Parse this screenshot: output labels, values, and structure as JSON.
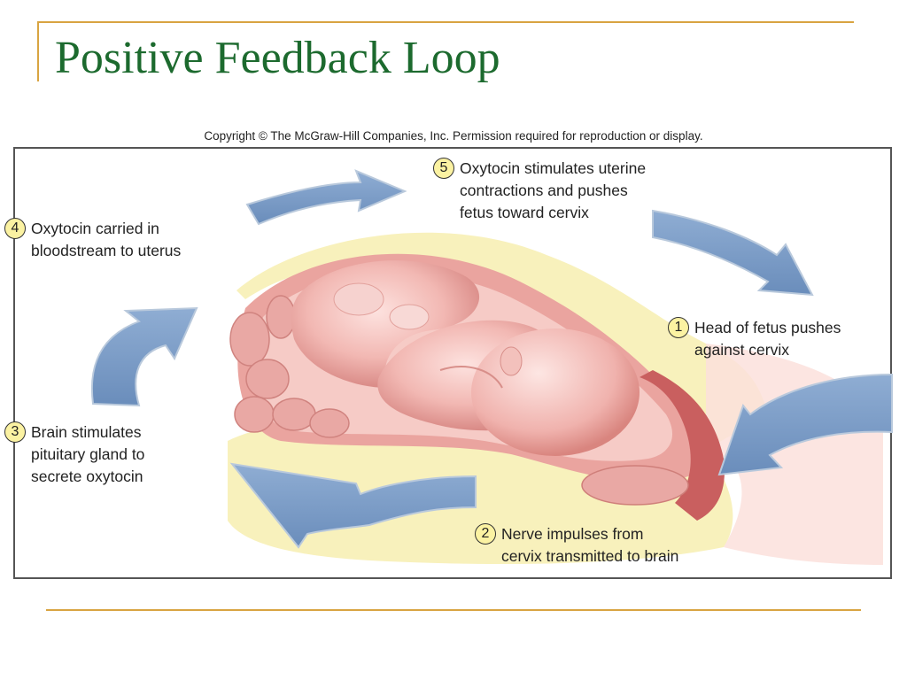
{
  "slide": {
    "title": "Positive Feedback Loop",
    "copyright": "Copyright © The McGraw-Hill Companies, Inc. Permission required for reproduction or display."
  },
  "steps": [
    {
      "number": "1",
      "text": "Head of fetus pushes\nagainst cervix"
    },
    {
      "number": "2",
      "text": "Nerve impulses from\ncervix transmitted to brain"
    },
    {
      "number": "3",
      "text": "Brain stimulates\npituitary gland to\nsecrete oxytocin"
    },
    {
      "number": "4",
      "text": "Oxytocin carried in\nbloodstream to uterus"
    },
    {
      "number": "5",
      "text": "Oxytocin stimulates uterine\ncontractions and pushes\nfetus toward cervix"
    }
  ],
  "colors": {
    "title": "#1c6a2e",
    "rule": "#d9a441",
    "arrow": "#7a9cc6",
    "badge": "#fbf2a2",
    "uterus": "#f2b8b4",
    "fetus": "#f1c2bf",
    "pelvis": "#f8f1bc"
  }
}
